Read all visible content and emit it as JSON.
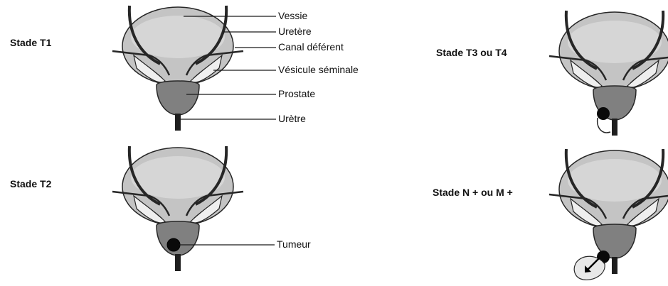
{
  "stages": {
    "t1": "Stade T1",
    "t2": "Stade T2",
    "t3t4": "Stade T3 ou T4",
    "nm": "Stade N + ou M +"
  },
  "callouts": {
    "vessie": "Vessie",
    "uretere": "Uretère",
    "canal": "Canal déférent",
    "vesicule": "Vésicule séminale",
    "prostate": "Prostate",
    "uretre": "Urètre",
    "tumeur": "Tumeur"
  },
  "colors": {
    "bladder_fill": "#c4c4c4",
    "bladder_inner": "#d6d6d6",
    "prostate_fill": "#808080",
    "tumor_fill": "#0a0a0a",
    "outline": "#262626",
    "metastasis_fill": "#e8e8e8"
  }
}
